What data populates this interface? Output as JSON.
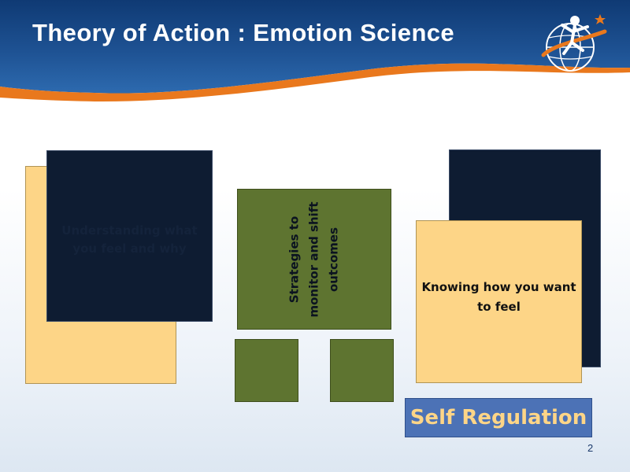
{
  "slide": {
    "title": "Theory of Action : Emotion Science",
    "page_number": "2"
  },
  "boxes": {
    "understanding_text": "Understanding what you feel and why",
    "strategies_text": "Strategies to monitor and shift outcomes",
    "knowing_text": "Knowing how you want to feel",
    "self_regulation_label": "Self Regulation"
  },
  "colors": {
    "header_blue": "#1e5293",
    "accent_orange": "#e9781d",
    "box_yellow": "#fdd587",
    "box_navy": "#0e1c32",
    "box_green": "#5e7430",
    "label_blue": "#4c72b6"
  },
  "icons": {
    "logo": "globe-runner-star-logo"
  }
}
